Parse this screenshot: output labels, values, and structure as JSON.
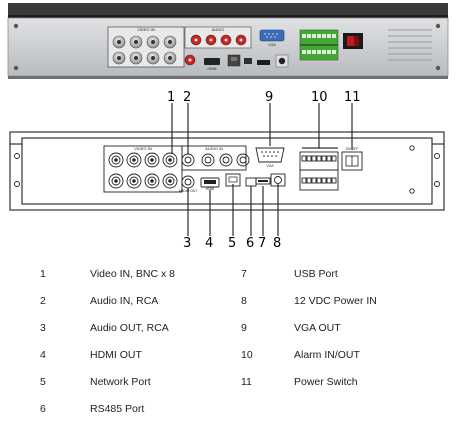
{
  "photo_labels": {
    "video_in": "VIDEO IN",
    "audio": "AUDIO",
    "hdmi": "HDMI",
    "vga": "VGA"
  },
  "diagram_labels": {
    "video_in": "VIDEO IN",
    "audio_in": "AUDIO IN",
    "audio_out": "AUDIO OUT",
    "hdmi": "HDMI",
    "vga": "VGA",
    "on_off": "ON   OFF"
  },
  "callouts_top": [
    "1",
    "2",
    "9",
    "10",
    "11"
  ],
  "callouts_bottom": [
    "3",
    "4",
    "5",
    "6",
    "7",
    "8"
  ],
  "legend": [
    {
      "num": "1",
      "label": "Video IN, BNC x 8"
    },
    {
      "num": "2",
      "label": "Audio IN, RCA"
    },
    {
      "num": "3",
      "label": "Audio OUT, RCA"
    },
    {
      "num": "4",
      "label": "HDMI OUT"
    },
    {
      "num": "5",
      "label": "Network Port"
    },
    {
      "num": "6",
      "label": "RS485 Port"
    },
    {
      "num": "7",
      "label": "USB Port"
    },
    {
      "num": "8",
      "label": "12 VDC Power IN"
    },
    {
      "num": "9",
      "label": "VGA OUT"
    },
    {
      "num": "10",
      "label": "Alarm IN/OUT"
    },
    {
      "num": "11",
      "label": "Power Switch"
    }
  ],
  "colors": {
    "panel_dark": "#2b2b2b",
    "panel_face": "#cfd1d3",
    "terminal_green": "#46a63a",
    "vga_blue": "#3b6cb5",
    "switch_red": "#b81e1e"
  }
}
